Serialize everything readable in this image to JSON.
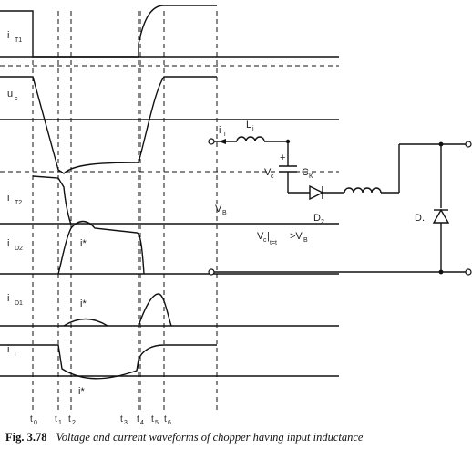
{
  "waveforms": {
    "labels": [
      {
        "id": "iT1",
        "main": "i",
        "sub": "T1"
      },
      {
        "id": "uc",
        "main": "u",
        "sub": "c"
      },
      {
        "id": "iT2",
        "main": "i",
        "sub": "T2"
      },
      {
        "id": "iD2",
        "main": "i",
        "sub": "D2"
      },
      {
        "id": "iD1",
        "main": "i",
        "sub": "D1"
      },
      {
        "id": "ii",
        "main": "i",
        "sub": "i"
      }
    ],
    "istar": "i*",
    "time_marks": [
      {
        "main": "t",
        "sub": "0"
      },
      {
        "main": "t",
        "sub": "1"
      },
      {
        "main": "t",
        "sub": "2"
      },
      {
        "main": "t",
        "sub": "3"
      },
      {
        "main": "t",
        "sub": "4"
      },
      {
        "main": "t",
        "sub": "5"
      },
      {
        "main": "t",
        "sub": "6"
      }
    ]
  },
  "circuit": {
    "ii": {
      "main": "i",
      "sub": "i"
    },
    "Li": {
      "main": "L",
      "sub": "i"
    },
    "plus": "+",
    "Vc": {
      "main": "V",
      "sub": "c"
    },
    "Ck": {
      "main": "C",
      "sub": "K"
    },
    "D2": {
      "main": "D",
      "sub": "2"
    },
    "D": "D.",
    "VB": {
      "main": "V",
      "sub": "B"
    },
    "cond": {
      "lhs": "V",
      "lhs_sub": "c",
      "bar": "|",
      "bar_sub": "t=t",
      "rhs": ">V",
      "rhs_sub": "B"
    }
  },
  "caption": {
    "number": "Fig. 3.78",
    "text": "Voltage and current waveforms of chopper having input inductance"
  }
}
